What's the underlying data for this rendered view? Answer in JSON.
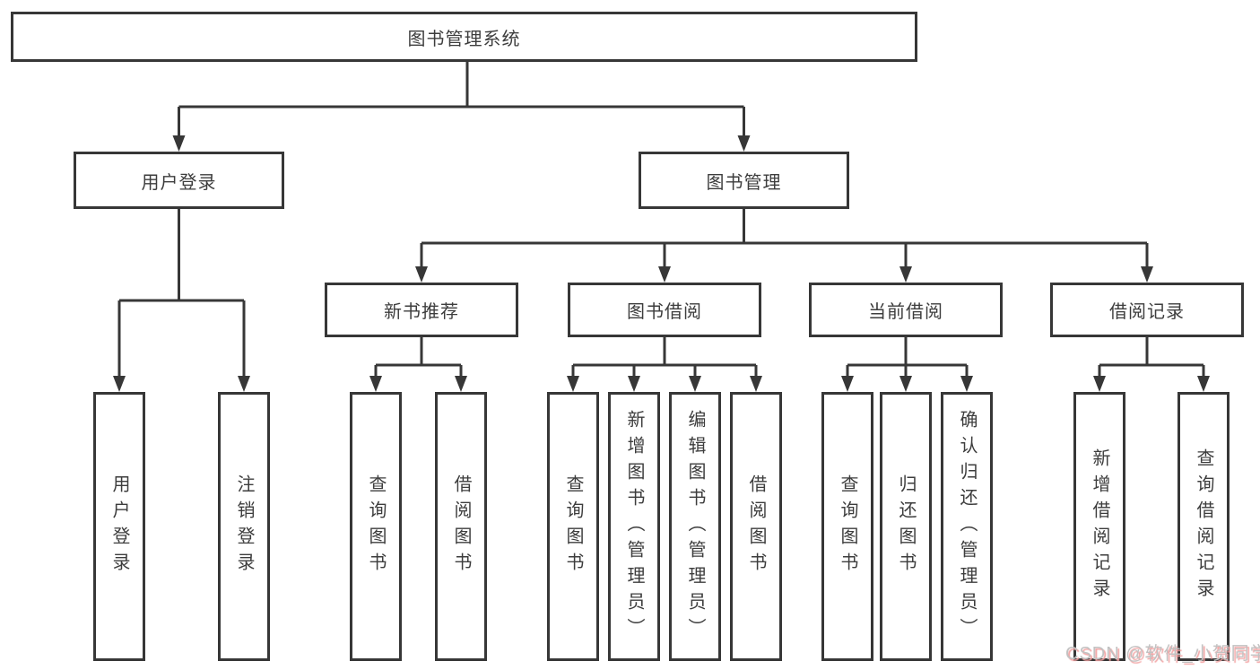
{
  "tree": {
    "root": {
      "label": "图书管理系统"
    },
    "login": {
      "label": "用户登录",
      "children": [
        {
          "label": "用户登录"
        },
        {
          "label": "注销登录"
        }
      ]
    },
    "management": {
      "label": "图书管理",
      "sections": [
        {
          "label": "新书推荐",
          "children": [
            {
              "label": "查询图书"
            },
            {
              "label": "借阅图书"
            }
          ]
        },
        {
          "label": "图书借阅",
          "children": [
            {
              "label": "查询图书"
            },
            {
              "label": "新增图书（管理员）"
            },
            {
              "label": "编辑图书（管理员）"
            },
            {
              "label": "借阅图书"
            }
          ]
        },
        {
          "label": "当前借阅",
          "children": [
            {
              "label": "查询图书"
            },
            {
              "label": "归还图书"
            },
            {
              "label": "确认归还（管理员）"
            }
          ]
        },
        {
          "label": "借阅记录",
          "children": [
            {
              "label": "新增借阅记录"
            },
            {
              "label": "查询借阅记录"
            }
          ]
        }
      ]
    }
  },
  "watermark": {
    "text": "CSDN @软件_小贺同学"
  },
  "colors": {
    "line": "#373737",
    "text": "#3d3d3d",
    "box_bg": "#ffffff",
    "watermark_text": "#c2c2c2",
    "watermark_shadow": "#f2a0a0"
  }
}
